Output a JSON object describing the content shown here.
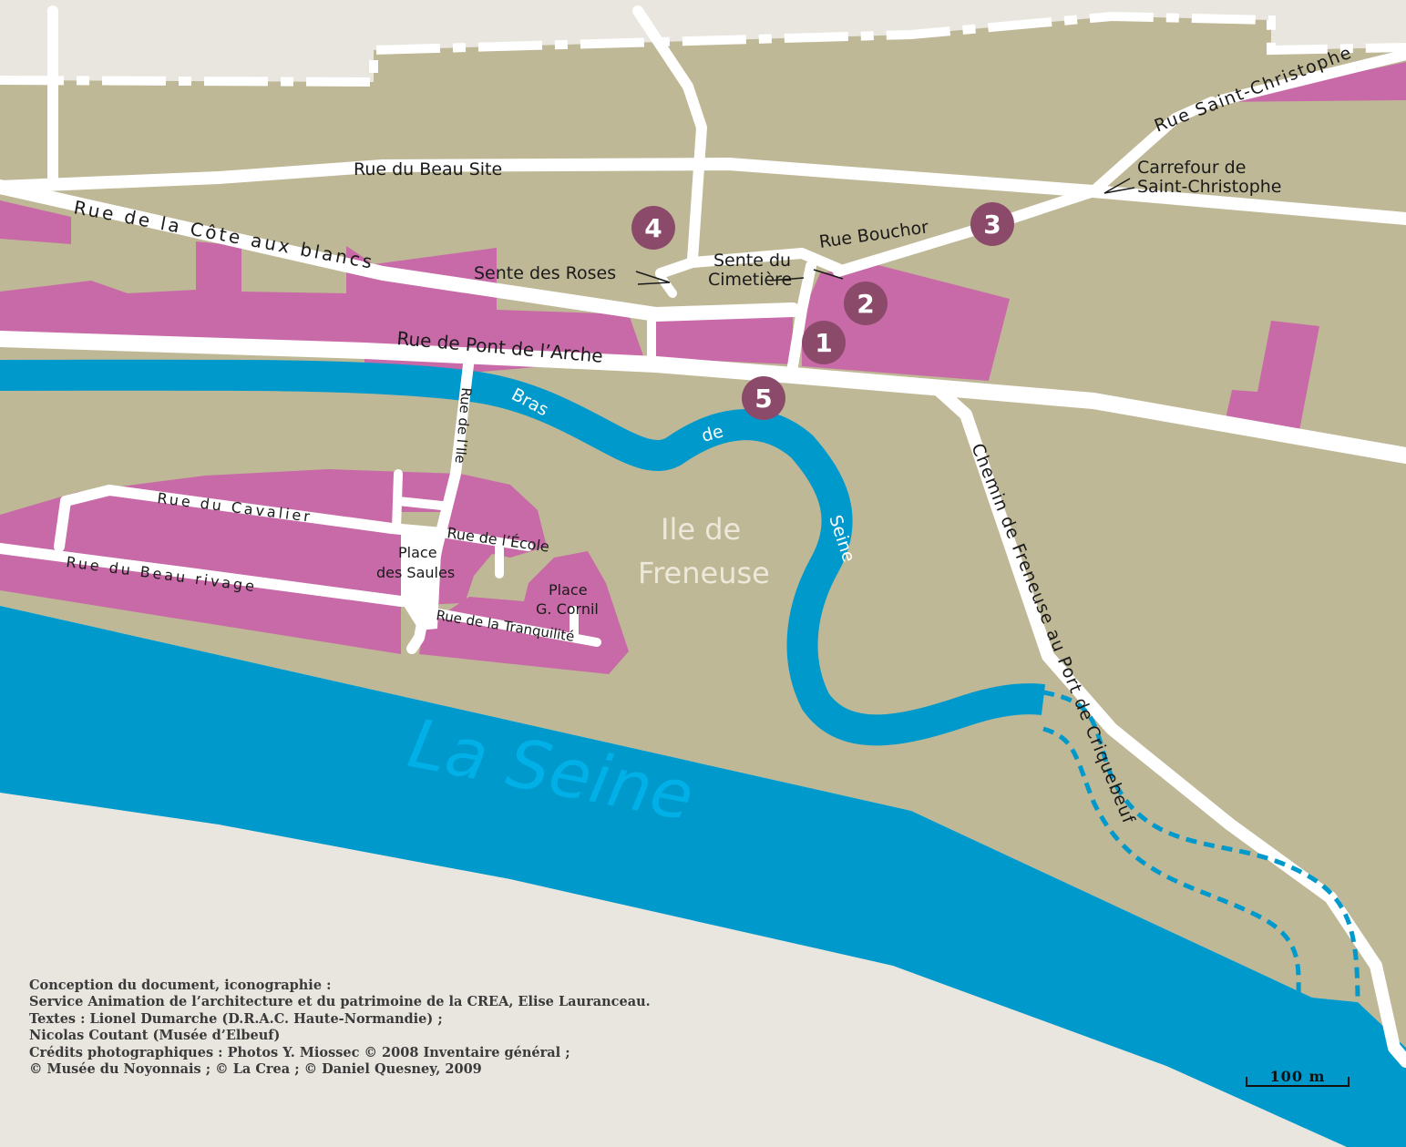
{
  "streets": {
    "beau_site": "Rue du Beau Site",
    "cote_aux_blancs": "Rue de la Côte aux blancs",
    "saint_christophe": "Rue Saint-Christophe",
    "carrefour_line1": "Carrefour de",
    "carrefour_line2": "Saint-Christophe",
    "bouchor": "Rue Bouchor",
    "sente_roses": "Sente des Roses",
    "sente_cimetiere_line1": "Sente du",
    "sente_cimetiere_line2": "Cimetière",
    "pont_de_larche": "Rue de Pont de l’Arche",
    "rue_de_lile": "Rue de l’Ile",
    "cavalier": "Rue du Cavalier",
    "ecole": "Rue de l’École",
    "beau_rivage": "Rue du Beau rivage",
    "tranquilite": "Rue de la Tranquilité",
    "chemin_freneuse": "Chemin de Freneuse au Port de Criquebeuf"
  },
  "places": {
    "saules_line1": "Place",
    "saules_line2": "des Saules",
    "cornil_line1": "Place",
    "cornil_line2": "G. Cornil",
    "ile_line1": "Ile de",
    "ile_line2": "Freneuse"
  },
  "water": {
    "river": "La Seine",
    "bras_word1": "Bras",
    "bras_word2": "de",
    "bras_word3": "Seine"
  },
  "markers": [
    "1",
    "2",
    "3",
    "4",
    "5"
  ],
  "scale": {
    "label": "100 m"
  },
  "credits": [
    "Conception du document, iconographie :",
    "Service Animation de l’architecture et du patrimoine de la CREA, Elise Lauranceau.",
    "Textes : Lionel Dumarche (D.R.A.C. Haute-Normandie) ;",
    "Nicolas Coutant (Musée d’Elbeuf)",
    "Crédits photographiques : Photos Y. Miossec © 2008 Inventaire général ;",
    "© Musée du Noyonnais ; © La Crea ; © Daniel Quesney, 2009"
  ],
  "colors": {
    "background": "#e9e6df",
    "land": "#bfb896",
    "built": "#c86aa7",
    "water": "#0099cc",
    "river_label": "#00b0e6",
    "road": "#ffffff",
    "marker": "#8c4a6a",
    "island_label": "#ece8da"
  }
}
